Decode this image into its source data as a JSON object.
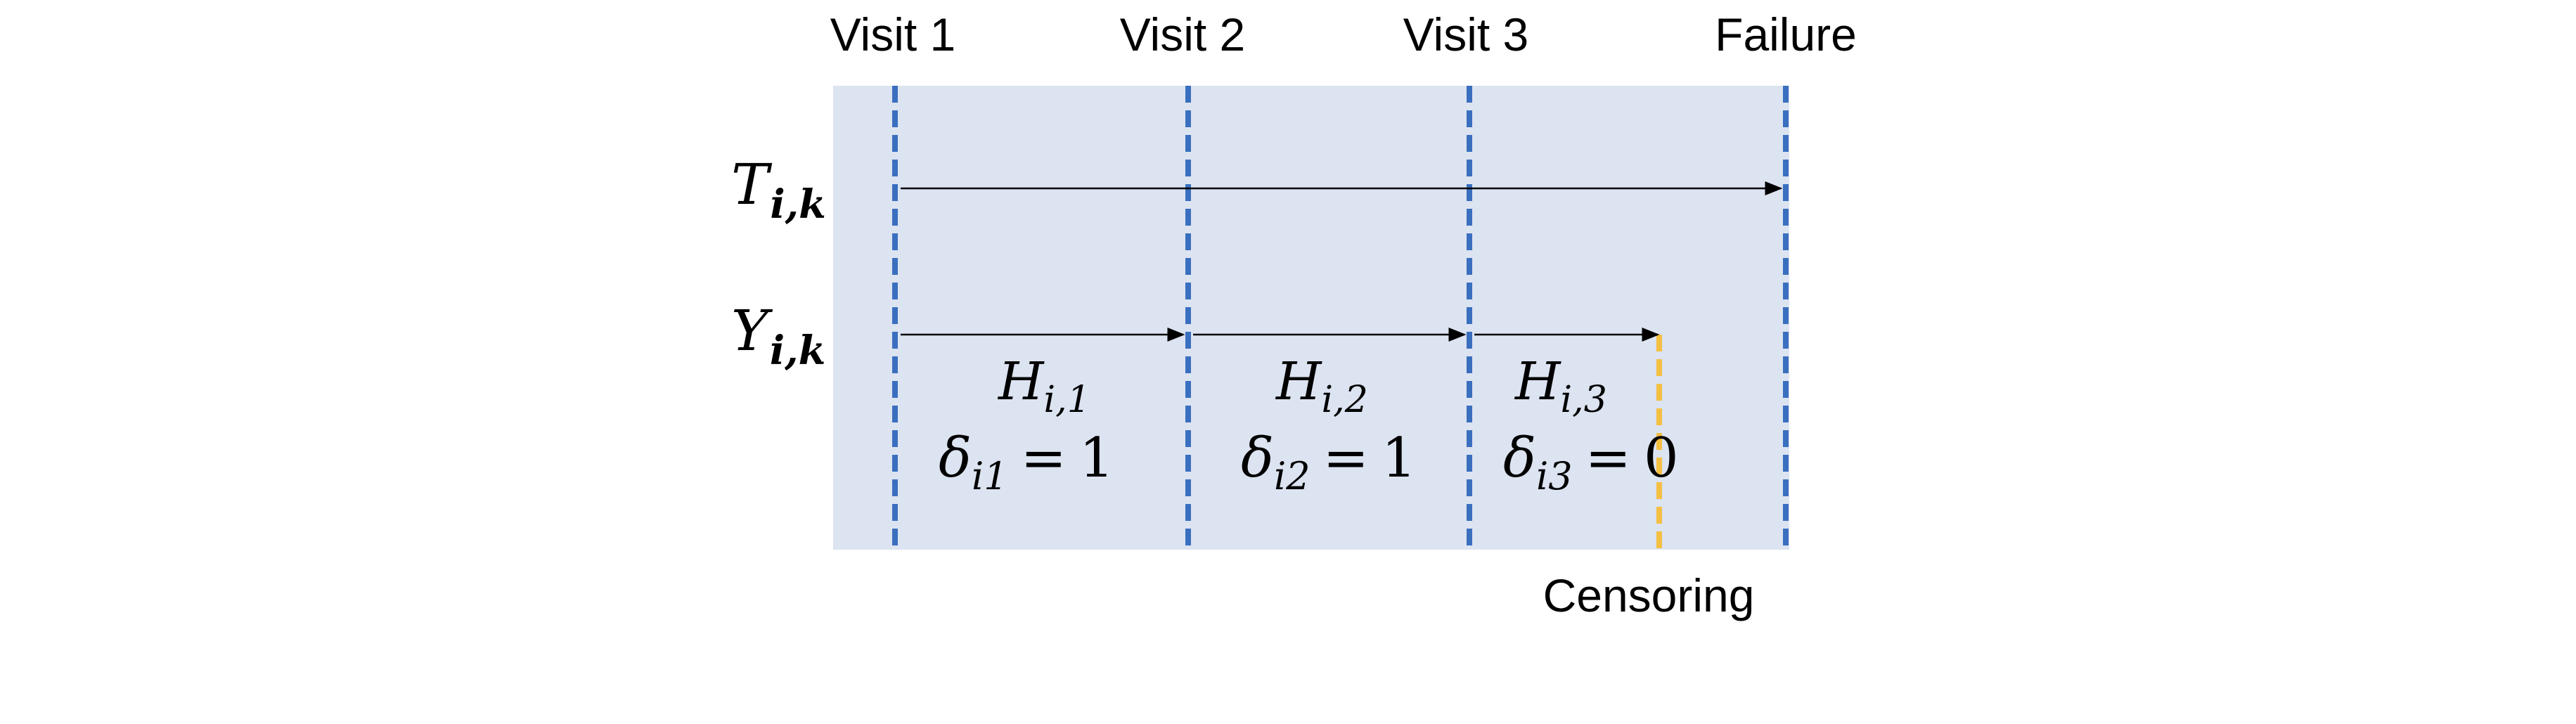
{
  "visits": [
    {
      "label": "Visit 1"
    },
    {
      "label": "Visit 2"
    },
    {
      "label": "Visit 3"
    },
    {
      "label": "Failure"
    }
  ],
  "censoring_label": "Censoring",
  "row_labels": {
    "T": {
      "symbol": "T",
      "subscript": "i,k"
    },
    "Y": {
      "symbol": "Y",
      "subscript": "i,k"
    }
  },
  "intervals": [
    {
      "H_symbol": "H",
      "H_sub": "i,1",
      "delta_symbol": "δ",
      "delta_sub": "i1",
      "eq": "=",
      "value": "1"
    },
    {
      "H_symbol": "H",
      "H_sub": "i,2",
      "delta_symbol": "δ",
      "delta_sub": "i2",
      "eq": "=",
      "value": "1"
    },
    {
      "H_symbol": "H",
      "H_sub": "i,3",
      "delta_symbol": "δ",
      "delta_sub": "i3",
      "eq": "=",
      "value": "0"
    }
  ],
  "colors": {
    "panel_bg": "#dce3f1",
    "visit_line": "#3a6fbf",
    "censor_line": "#f5bf42",
    "arrow": "#000000"
  }
}
